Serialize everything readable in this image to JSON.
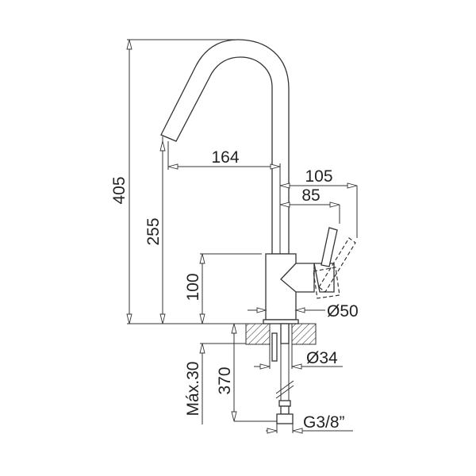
{
  "drawing": {
    "title": "Faucet dimension drawing",
    "dimensions": {
      "total_height": "405",
      "spout_height": "255",
      "spout_reach": "164",
      "lever_reach_open": "105",
      "lever_reach": "85",
      "body_height": "100",
      "body_diameter": "Ø50",
      "hole_diameter": "Ø34",
      "hose_length": "370",
      "max_counter_thickness": "Máx.30",
      "connection_thread": "G3/8”"
    },
    "colors": {
      "line": "#333333",
      "background": "#ffffff"
    }
  }
}
